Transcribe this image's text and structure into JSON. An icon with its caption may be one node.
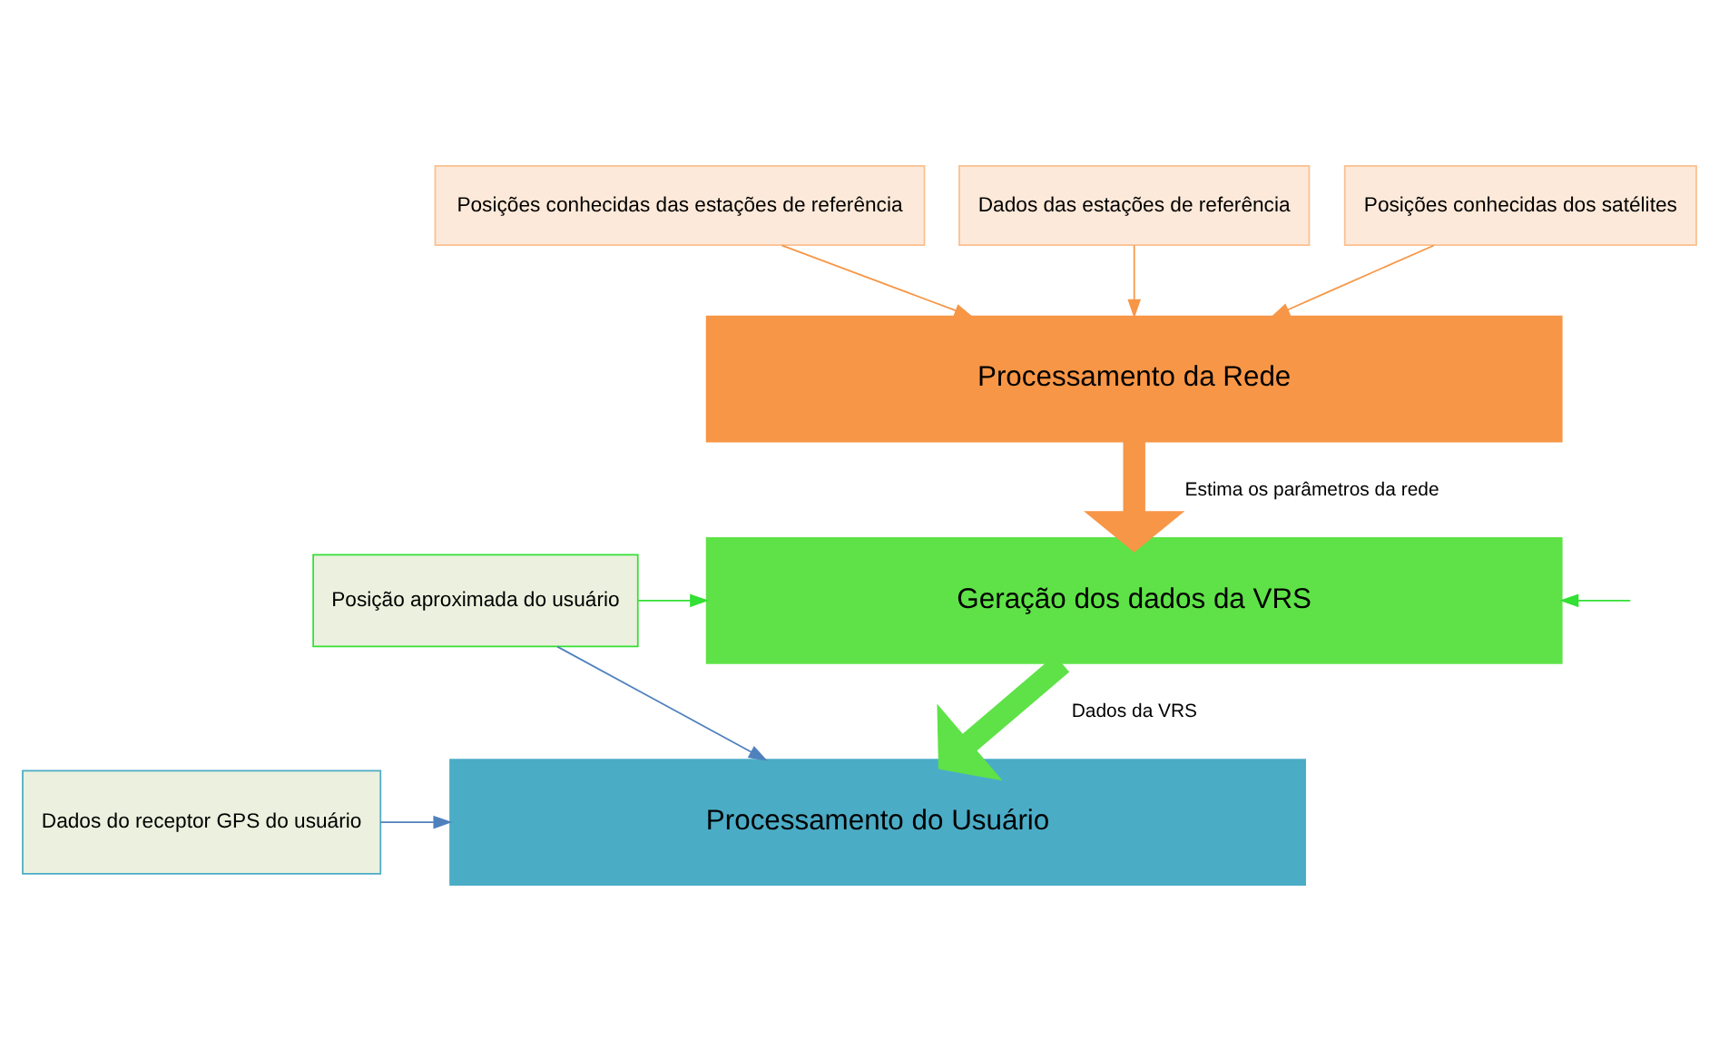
{
  "diagram": {
    "nodes": [
      {
        "text": [
          "Posições conhecidas das estações de referência"
        ]
      },
      {
        "text": [
          "Dados das estações de referência"
        ]
      },
      {
        "text": [
          "Posições conhecidas dos satélites"
        ]
      },
      {
        "text": [
          "Processamento da Rede"
        ]
      },
      {
        "text": [
          "Posição aproximada do usuário"
        ]
      },
      {
        "text": [
          "Geração dos dados da VRS"
        ]
      },
      {
        "text": [
          "Dados do receptor GPS do usuário"
        ]
      },
      {
        "text": [
          "Processamento do Usuário"
        ]
      }
    ],
    "edges": [
      {
        "from": 0,
        "to": 3,
        "arrow": "to",
        "color": "#f79646"
      },
      {
        "from": 1,
        "to": 3,
        "arrow": "to",
        "color": "#f79646"
      },
      {
        "from": 2,
        "to": 3,
        "arrow": "to",
        "color": "#f79646"
      },
      {
        "from": 3,
        "to": 5,
        "arrow": "to",
        "style": "thick",
        "color": "#f79646",
        "label": "Estima os parâmetros da rede"
      },
      {
        "from": 4,
        "to": 5,
        "arrow": "to",
        "color": "#33e033"
      },
      {
        "from": 4,
        "to": 7,
        "arrow": "to",
        "color": "#4f81bd"
      },
      {
        "from": null,
        "to": 5,
        "arrow": "to",
        "color": "#33e033"
      },
      {
        "from": 5,
        "to": 7,
        "arrow": "to",
        "style": "thick",
        "color": "#5ee247",
        "label": "Dados da VRS"
      },
      {
        "from": 6,
        "to": 7,
        "arrow": "to",
        "color": "#4f81bd"
      }
    ]
  }
}
